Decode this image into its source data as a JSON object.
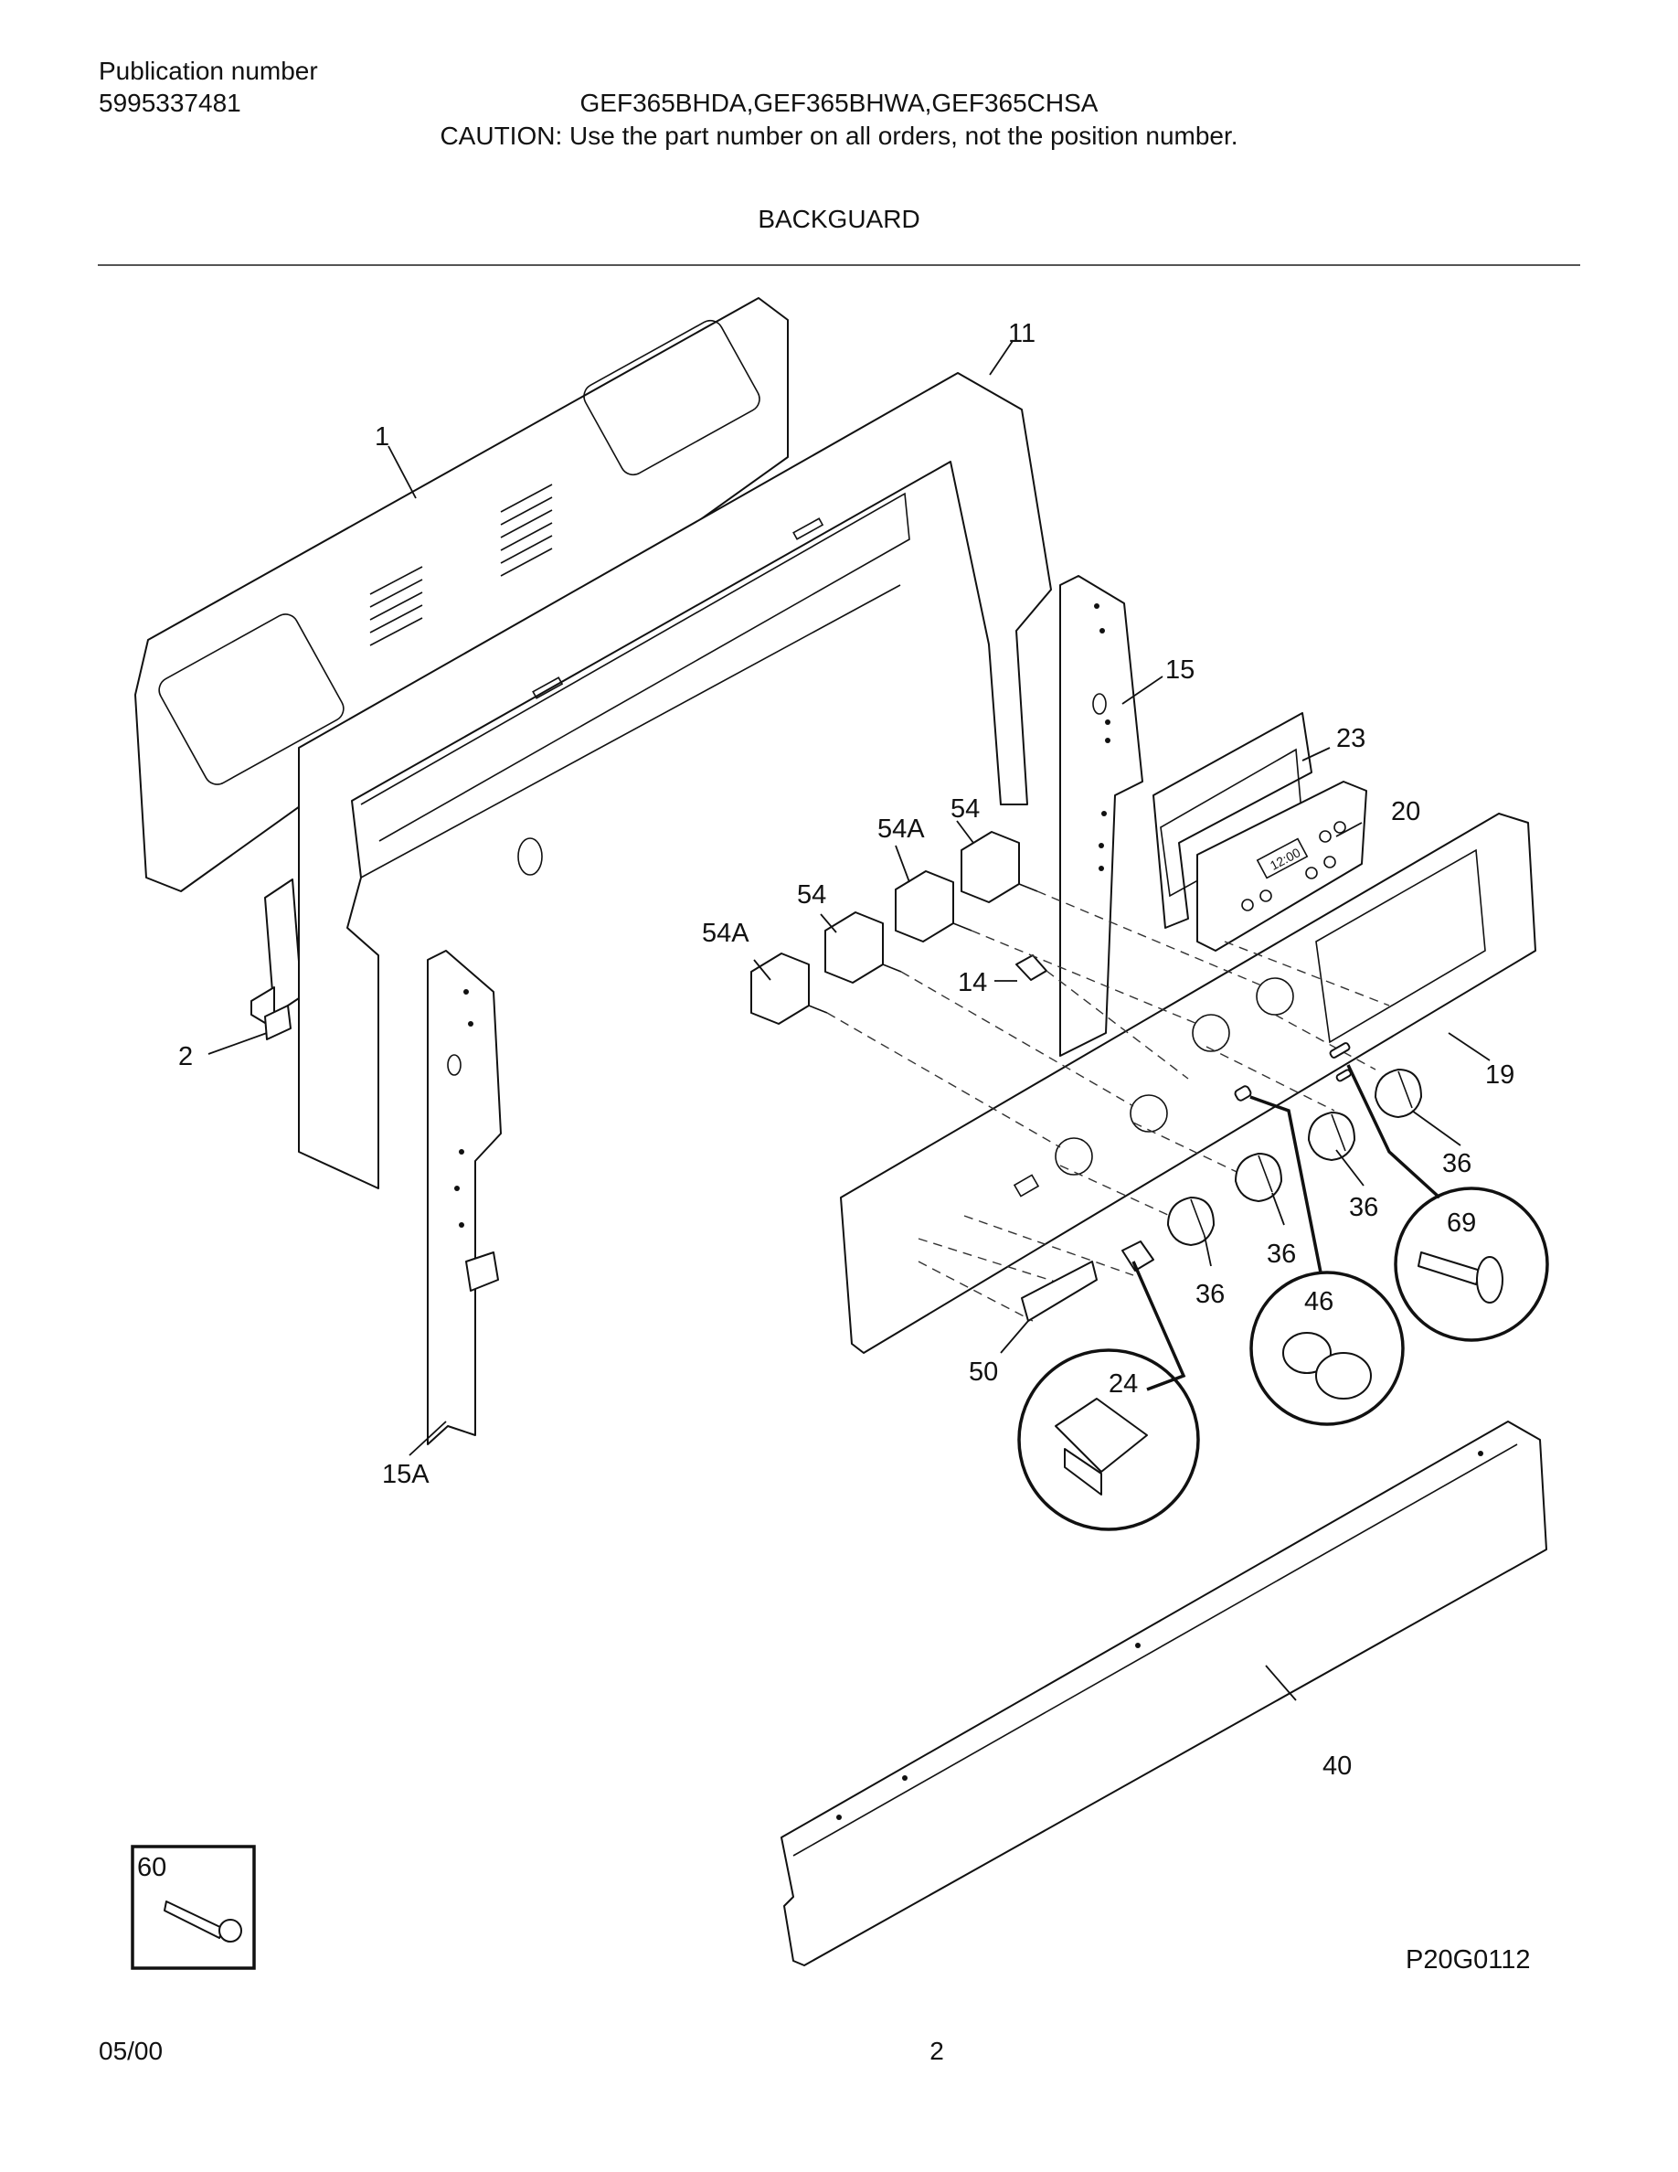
{
  "header": {
    "publication_label": "Publication number",
    "publication_number": "5995337481",
    "models": "GEF365BHDA,GEF365BHWA,GEF365CHSA",
    "caution": "CAUTION:  Use the part number on all orders, not the position number.",
    "section_title": "BACKGUARD"
  },
  "diagram": {
    "figure_code": "P20G0112",
    "callouts": {
      "c1": "1",
      "c2": "2",
      "c11": "11",
      "c14": "14",
      "c15": "15",
      "c15a": "15A",
      "c19": "19",
      "c20": "20",
      "c23": "23",
      "c40": "40",
      "c50": "50",
      "c54a_top": "54A",
      "c54a_left": "54A",
      "c54_top": "54",
      "c54_mid": "54",
      "c36_a": "36",
      "c36_b": "36",
      "c36_c": "36",
      "c36_d": "36",
      "c24": "24",
      "c46": "46",
      "c69": "69",
      "c60": "60"
    },
    "clock_display": "12:00"
  },
  "footer": {
    "date": "05/00",
    "page_number": "2"
  }
}
